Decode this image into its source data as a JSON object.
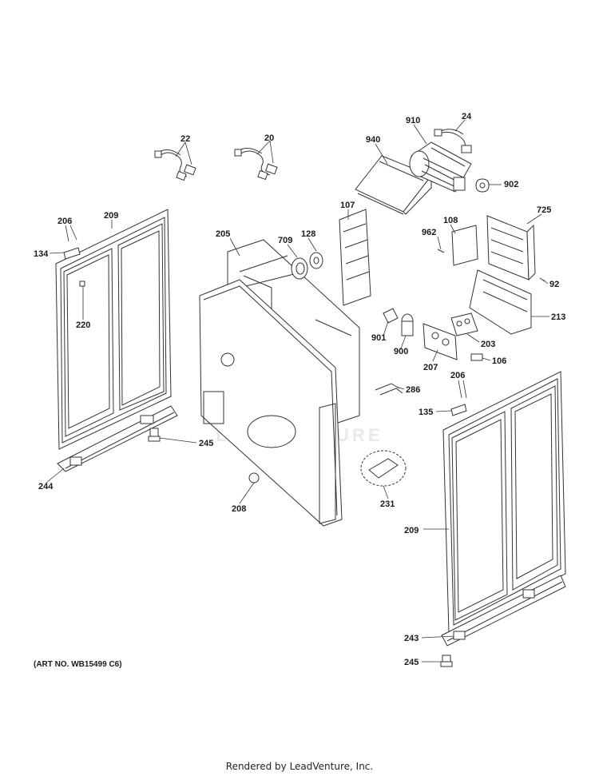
{
  "art_number": "(ART NO. WB15499 C6)",
  "footer": "Rendered by LeadVenture, Inc.",
  "watermark": "LEADVENTURE",
  "labels": {
    "l22": "22",
    "l20": "20",
    "l910": "910",
    "l24": "24",
    "l940": "940",
    "l902": "902",
    "l206a": "206",
    "l209a": "209",
    "l134": "134",
    "l220": "220",
    "l205": "205",
    "l709": "709",
    "l128": "128",
    "l107": "107",
    "l108": "108",
    "l725": "725",
    "l962": "962",
    "l92": "92",
    "l213": "213",
    "l901": "901",
    "l900": "900",
    "l203": "203",
    "l207": "207",
    "l106": "106",
    "l286": "286",
    "l206b": "206",
    "l135": "135",
    "l245a": "245",
    "l244": "244",
    "l208": "208",
    "l231": "231",
    "l209b": "209",
    "l243": "243",
    "l245b": "245"
  }
}
